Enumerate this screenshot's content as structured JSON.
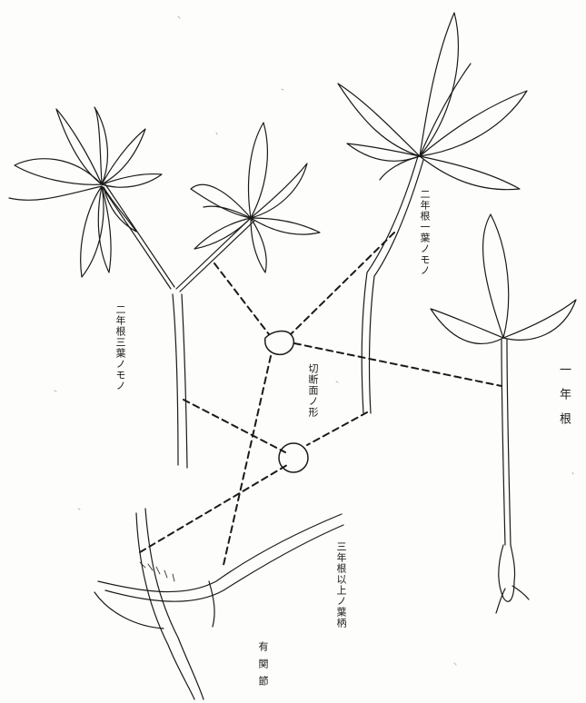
{
  "labels": {
    "two_year_three_leaf": "二年根三葉ノモノ",
    "two_year_one_leaf": "二年根一葉ノモノ",
    "one_year_root": "一年根",
    "cross_section": "切断面ノ形",
    "three_year_petiole": "三年根以上ノ葉柄",
    "joint": "有関節"
  },
  "colors": {
    "ink": "#1a1a1a",
    "paper": "#fdfdfb"
  }
}
